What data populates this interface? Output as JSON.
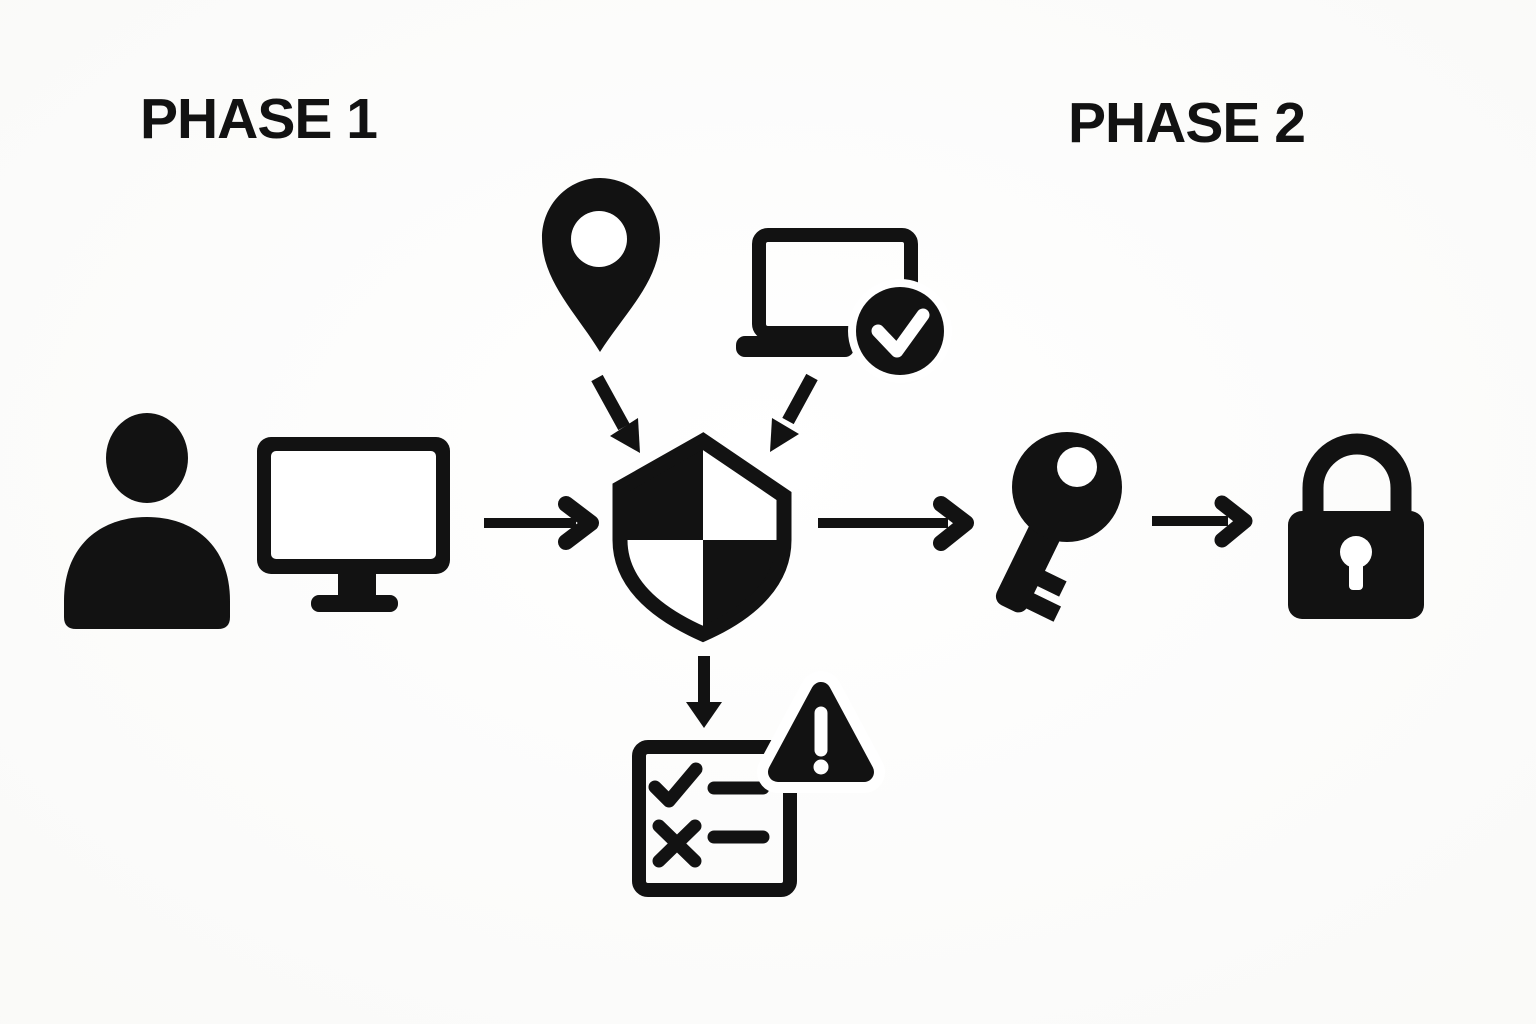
{
  "colors": {
    "background": "#f8f8f6",
    "ink": "#121212",
    "paper": "#ffffff"
  },
  "labels": {
    "phase1": "PHASE 1",
    "phase2": "PHASE 2"
  },
  "diagram": {
    "type": "flow",
    "nodes": [
      {
        "id": "user",
        "icon": "user-icon",
        "phase": "PHASE 1"
      },
      {
        "id": "computer",
        "icon": "desktop-monitor-icon",
        "phase": "PHASE 1"
      },
      {
        "id": "location",
        "icon": "location-pin-icon",
        "phase": "PHASE 1"
      },
      {
        "id": "compliant-device",
        "icon": "laptop-check-icon",
        "phase": "PHASE 1"
      },
      {
        "id": "policy-shield",
        "icon": "shield-checkered-icon",
        "phase": "PHASE 1"
      },
      {
        "id": "audit-checklist",
        "icon": "checklist-warning-icon",
        "phase": "PHASE 1"
      },
      {
        "id": "key",
        "icon": "key-icon",
        "phase": "PHASE 2"
      },
      {
        "id": "lock",
        "icon": "padlock-icon",
        "phase": "PHASE 2"
      }
    ],
    "edges": [
      {
        "from": "computer",
        "to": "policy-shield",
        "style": "chevron-arrow"
      },
      {
        "from": "location",
        "to": "policy-shield",
        "style": "solid-head-arrow"
      },
      {
        "from": "compliant-device",
        "to": "policy-shield",
        "style": "solid-head-arrow"
      },
      {
        "from": "policy-shield",
        "to": "audit-checklist",
        "style": "solid-head-arrow"
      },
      {
        "from": "policy-shield",
        "to": "key",
        "style": "chevron-arrow"
      },
      {
        "from": "key",
        "to": "lock",
        "style": "chevron-arrow"
      }
    ]
  }
}
